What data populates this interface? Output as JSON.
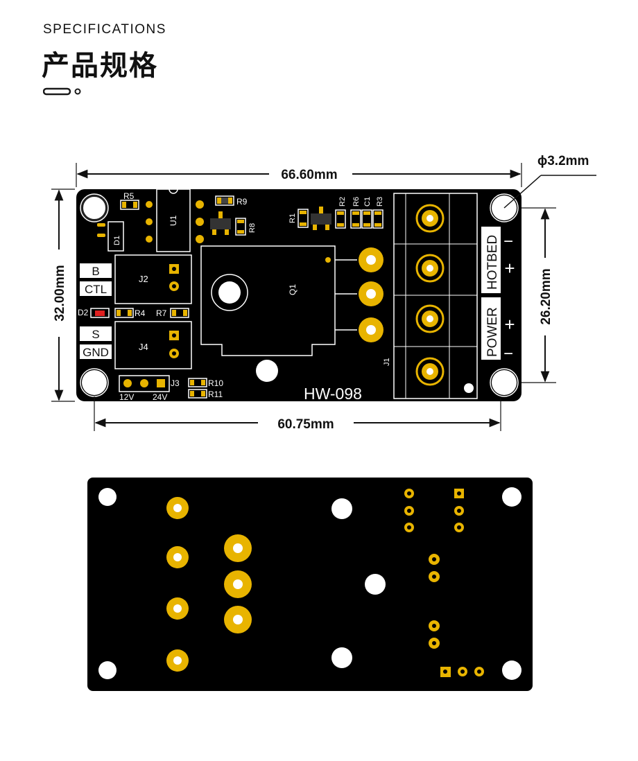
{
  "header": {
    "title_en": "SPECIFICATIONS",
    "title_cn": "产品规格"
  },
  "dimensions": {
    "width": "66.60mm",
    "height": "32.00mm",
    "hole_diameter": "ϕ3.2mm",
    "hole_vertical_spacing": "26.20mm",
    "hole_horizontal_spacing": "60.75mm"
  },
  "board": {
    "model": "HW-098",
    "designators": {
      "r1": "R1",
      "r2": "R2",
      "r3": "R3",
      "r4": "R4",
      "r5": "R5",
      "r6": "R6",
      "r7": "R7",
      "r8": "R8",
      "r9": "R9",
      "r10": "R10",
      "r11": "R11",
      "c1": "C1",
      "d1": "D1",
      "d2": "D2",
      "u1": "U1",
      "q1": "Q1",
      "j1": "J1",
      "j2": "J2",
      "j3": "J3",
      "j4": "J4"
    },
    "pin_labels": {
      "b": "B",
      "ctl": "CTL",
      "s": "S",
      "gnd": "GND",
      "v12": "12V",
      "v24": "24V"
    },
    "terminal_labels": {
      "hotbed": "HOTBED",
      "power": "POWER",
      "minus": "−",
      "plus": "+"
    }
  },
  "colors": {
    "pcb": "#000000",
    "pad_gold": "#e8b400",
    "silkscreen": "#ffffff"
  }
}
